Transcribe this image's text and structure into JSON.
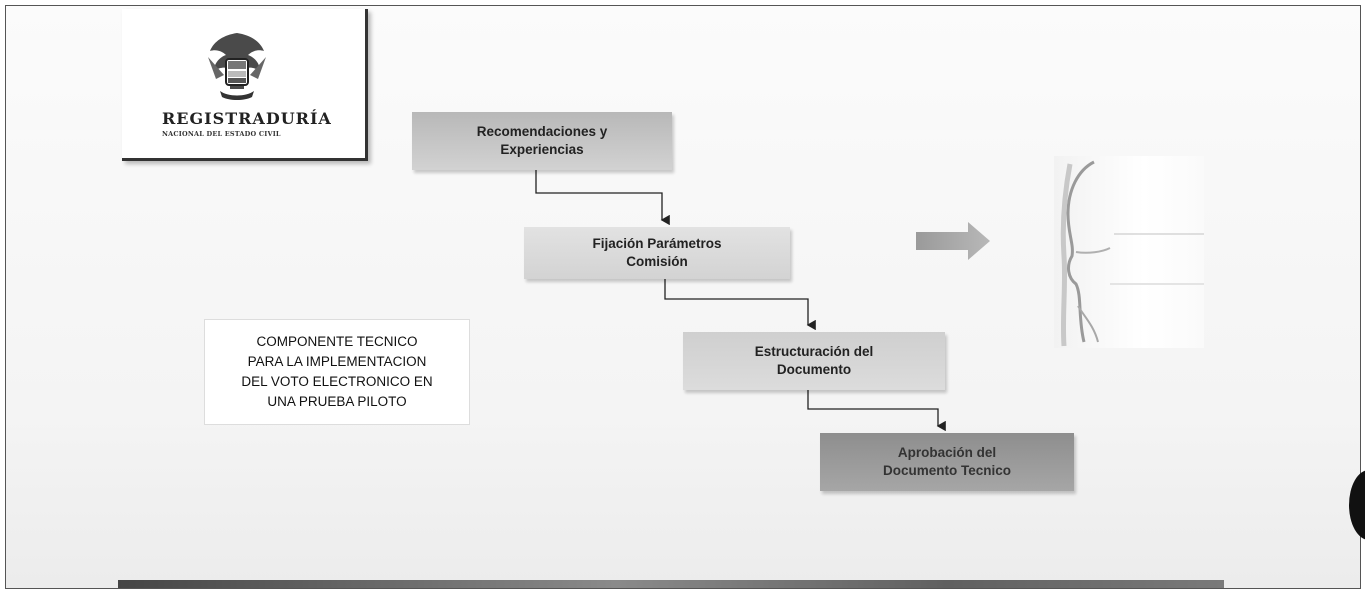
{
  "logo": {
    "title": "REGISTRADURÍA",
    "subtitle": "NACIONAL DEL ESTADO CIVIL",
    "crest_icon": "coat-of-arms-icon"
  },
  "flow": {
    "steps": [
      {
        "label": "Recomendaciones y\nExperiencias"
      },
      {
        "label": "Fijación Parámetros\nComisión"
      },
      {
        "label": "Estructuración del\nDocumento"
      },
      {
        "label": "Aprobación del\nDocumento Tecnico"
      }
    ]
  },
  "component_box": {
    "text": "COMPONENTE TECNICO\nPARA LA IMPLEMENTACION\nDEL VOTO ELECTRONICO EN\nUNA PRUEBA PILOTO"
  },
  "icons": {
    "arrow": "right-arrow-icon",
    "head": "head-profile-icon"
  },
  "colors": {
    "step_dark": "#8e8e8e",
    "step_light": "#dcdcdc",
    "border": "#333333"
  }
}
